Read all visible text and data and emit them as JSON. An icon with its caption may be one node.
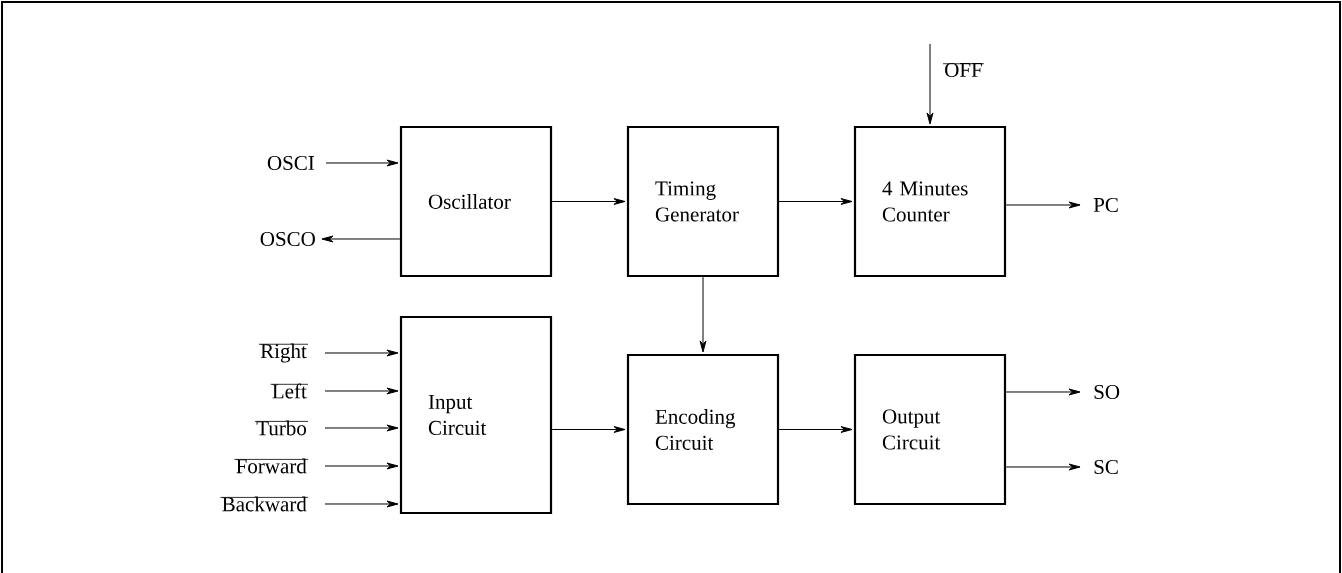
{
  "diagram": {
    "nodes": [
      {
        "text": [
          "OFF"
        ]
      },
      {
        "text": [
          "OSCI"
        ]
      },
      {
        "text": [
          "Oscillator"
        ]
      },
      {
        "text": [
          "Timing Generator"
        ]
      },
      {
        "text": [
          "4 Minutes Counter"
        ]
      },
      {
        "text": [
          "PC"
        ]
      },
      {
        "text": [
          "OSCO"
        ]
      },
      {
        "text": [
          "Right"
        ]
      },
      {
        "text": [
          "Left"
        ]
      },
      {
        "text": [
          "Turbo"
        ]
      },
      {
        "text": [
          "Forward"
        ]
      },
      {
        "text": [
          "Backward"
        ]
      },
      {
        "text": [
          "Input Circuit"
        ]
      },
      {
        "text": [
          "Encoding Circuit"
        ]
      },
      {
        "text": [
          "Output Circuit"
        ]
      },
      {
        "text": [
          "SO"
        ]
      },
      {
        "text": [
          "SC"
        ]
      }
    ],
    "edges": [
      {
        "from": 0,
        "to": 4,
        "arrow": "to"
      },
      {
        "from": 1,
        "to": 2,
        "arrow": "to"
      },
      {
        "from": 2,
        "to": 3,
        "arrow": "to"
      },
      {
        "from": 3,
        "to": 4,
        "arrow": "to"
      },
      {
        "from": 4,
        "to": 5,
        "arrow": "to"
      },
      {
        "from": 2,
        "to": 6,
        "arrow": "to"
      },
      {
        "from": 3,
        "to": 13,
        "arrow": "to"
      },
      {
        "from": 7,
        "to": 12,
        "arrow": "to"
      },
      {
        "from": 8,
        "to": 12,
        "arrow": "to"
      },
      {
        "from": 9,
        "to": 12,
        "arrow": "to"
      },
      {
        "from": 10,
        "to": 12,
        "arrow": "to"
      },
      {
        "from": 11,
        "to": 12,
        "arrow": "to"
      },
      {
        "from": 12,
        "to": 13,
        "arrow": "to"
      },
      {
        "from": 13,
        "to": 14,
        "arrow": "to"
      },
      {
        "from": 14,
        "to": 15,
        "arrow": "to"
      },
      {
        "from": 14,
        "to": 16,
        "arrow": "to"
      }
    ]
  }
}
